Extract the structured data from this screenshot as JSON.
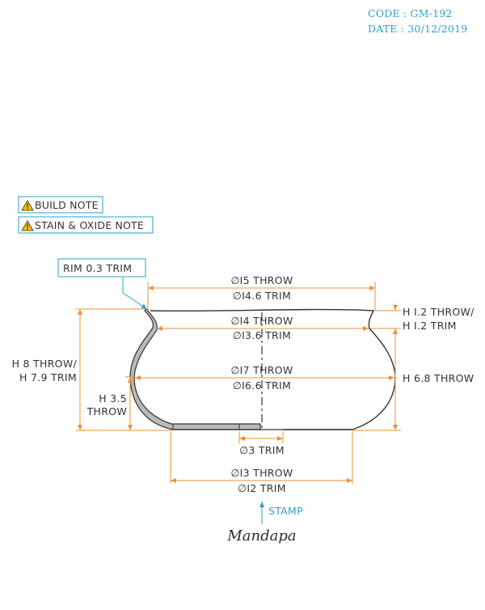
{
  "header": {
    "code": "CODE : GM-192",
    "date": "DATE : 30/12/2019"
  },
  "notes": {
    "build_note": "BUILD NOTE",
    "stain_oxide_note": "STAIN & OXIDE NOTE",
    "warning_icon": "warning-triangle-icon"
  },
  "callouts": {
    "rim_trim": "RIM 0.3 TRIM",
    "stamp": "STAMP"
  },
  "dimensions": {
    "top_throw": "∅I5 THROW",
    "top_trim": "∅I4.6 TRIM",
    "neck_throw": "∅I4 THROW",
    "neck_trim": "∅I3.6 TRIM",
    "belly_throw": "∅I7 THROW",
    "belly_trim": "∅I6.6 TRIM",
    "foot_inner_trim": "∅3 TRIM",
    "base_throw": "∅I3 THROW",
    "base_trim": "∅I2 TRIM",
    "height_throw": "H 8 THROW/",
    "height_trim": "H 7.9 TRIM",
    "lower_height_1": "H 3.5",
    "lower_height_2": "THROW",
    "rim_height_throw": "H I.2 THROW/",
    "rim_height_trim": "H I.2 TRIM",
    "body_height": "H 6.8 THROW"
  },
  "logo": {
    "text": "Mandapa"
  },
  "colors": {
    "accent_blue": "#29a3c9",
    "dimension_orange": "#e9923a",
    "outline": "#333333",
    "wall_fill": "#b9b9b9",
    "note_border": "#29a3c9",
    "warning_yellow": "#f2c200"
  }
}
